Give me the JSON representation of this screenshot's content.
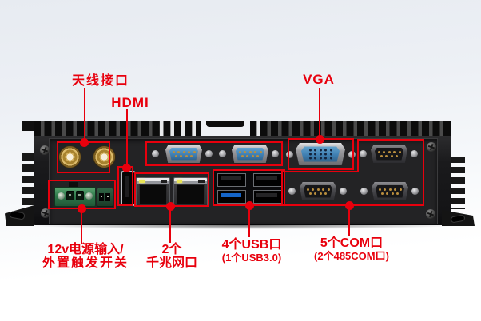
{
  "labels": {
    "antenna": "天线接口",
    "hdmi": "HDMI",
    "vga": "VGA",
    "power_line1": "12v电源输入/",
    "power_line2": "外置触发开关",
    "lan_line1": "2个",
    "lan_line2": "千兆网口",
    "usb_line1": "4个USB口",
    "usb_line2": "(1个USB3.0)",
    "com_line1": "5个COM口",
    "com_line2": "(2个485COM口)"
  },
  "colors": {
    "annotation_red": "#e8000d",
    "com_insert_blue": "#4a90c4",
    "vga_insert_blue": "#3f7fb2",
    "usb3_blue": "#1565c8",
    "power_terminal_green": "#2f7a4b",
    "antenna_gold": "#c9a24b",
    "chassis_black": "#1a1a1c"
  }
}
